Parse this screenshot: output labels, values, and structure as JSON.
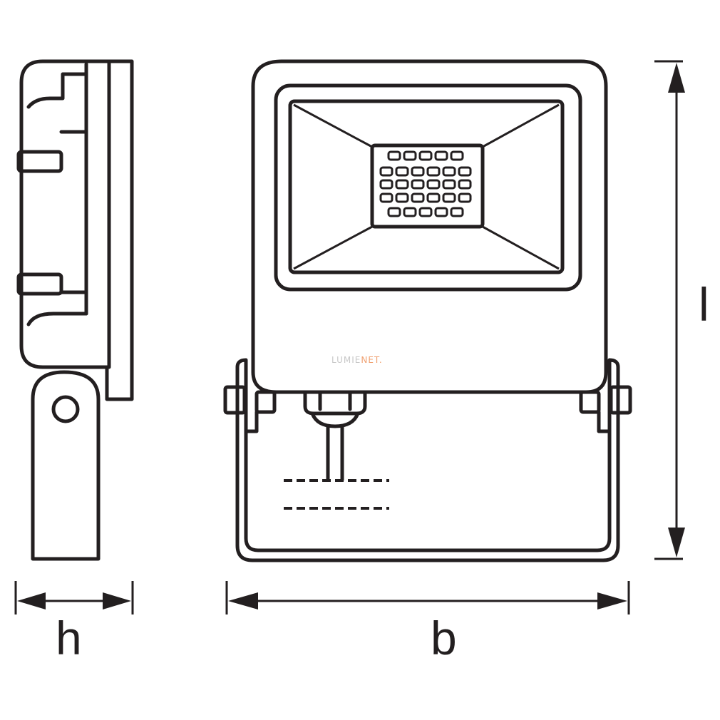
{
  "labels": {
    "height": "h",
    "width": "b",
    "length": "l"
  },
  "watermark": {
    "part1": "LUMIE",
    "part2": "NET."
  }
}
